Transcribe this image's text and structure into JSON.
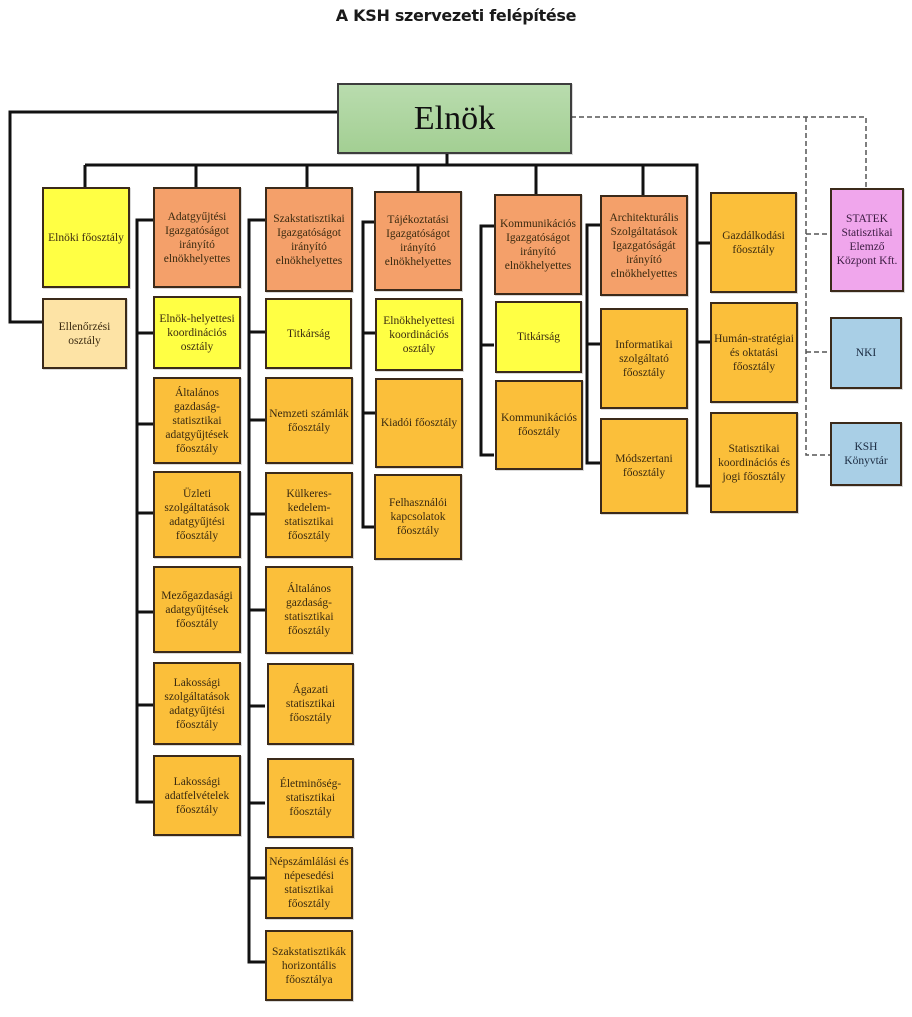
{
  "title": "A KSH szervezeti felépítése",
  "colors": {
    "root": "#a9d49a",
    "secretariat": "#ffff44",
    "vice_president": "#f4a06a",
    "department": "#fbbf3a",
    "audit": "#fde3a5",
    "statek": "#f0a6ec",
    "affiliate": "#a9cfe6"
  },
  "root": {
    "label": "Elnök"
  },
  "direct": {
    "elnoki": "Elnöki főosztály",
    "ellenorzesi": "Ellenőrzési osztály"
  },
  "columns": [
    {
      "head": "Adatgyűjtési Igazgatóságot irányító elnökhelyettes",
      "units": [
        "Elnök-helyettesi koordinációs osztály",
        "Általános gazdaság-statisztikai adatgyűjtések főosztály",
        "Üzleti szolgáltatások adatgyűjtési főosztály",
        "Mezőgazdasági adatgyűjtések főosztály",
        "Lakossági szolgáltatások adatgyűjtési főosztály",
        "Lakossági adatfelvételek főosztály"
      ]
    },
    {
      "head": "Szakstatisztikai Igazgatóságot irányító elnökhelyettes",
      "units": [
        "Titkárság",
        "Nemzeti számlák főosztály",
        "Külkeres-kedelem-statisztikai főosztály",
        "Általános gazdaság-statisztikai főosztály",
        "Ágazati statisztikai főosztály",
        "Életminőség-statisztikai főosztály",
        "Népszámlálási és népesedési statisztikai főosztály",
        "Szakstatisztikák horizontális főosztálya"
      ]
    },
    {
      "head": "Tájékoztatási Igazgatóságot irányító elnökhelyettes",
      "units": [
        "Elnökhelyettesi koordinációs osztály",
        "Kiadói főosztály",
        "Felhasználói kapcsolatok főosztály"
      ]
    },
    {
      "head": "Kommunikációs Igazgatóságot irányító elnökhelyettes",
      "units": [
        "Titkárság",
        "Kommunikációs főosztály"
      ]
    },
    {
      "head": "Architekturális Szolgáltatások Igazgatóságát irányító elnökhelyettes",
      "units": [
        "Informatikai szolgáltató főosztály",
        "Módszertani főosztály"
      ]
    }
  ],
  "finance_column": {
    "units": [
      "Gazdálkodási főosztály",
      "Humán-stratégiai és oktatási főosztály",
      "Statisztikai koordinációs és jogi főosztály"
    ]
  },
  "affiliates": [
    "STATEK Statisztikai Elemző Központ Kft.",
    "NKI",
    "KSH Könyvtár"
  ]
}
